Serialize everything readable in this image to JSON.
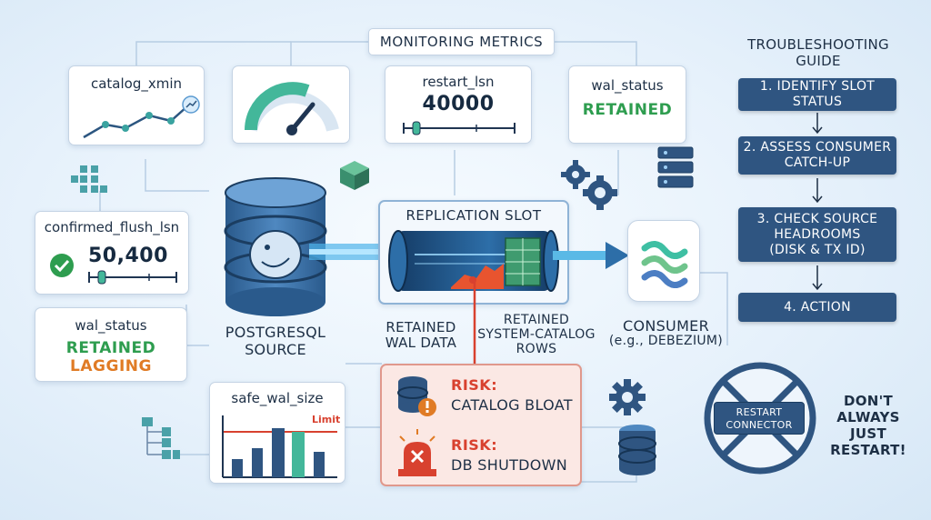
{
  "monitoring_title": "MONITORING METRICS",
  "troubleshooting": {
    "title_line1": "TROUBLESHOOTING",
    "title_line2": "GUIDE",
    "steps": [
      {
        "line1": "1. IDENTIFY SLOT",
        "line2": "STATUS"
      },
      {
        "line1": "2. ASSESS CONSUMER",
        "line2": "CATCH-UP"
      },
      {
        "line1": "3. CHECK SOURCE",
        "line2": "HEADROOMS",
        "line3": "(DISK & TX ID)"
      },
      {
        "line1": "4. ACTION",
        "line2": ""
      }
    ]
  },
  "cards": {
    "catalog_xmin": {
      "label": "catalog_xmin"
    },
    "restart_lsn": {
      "label": "restart_lsn",
      "value": "40000"
    },
    "wal_status_top": {
      "label": "wal_status",
      "status": "RETAINED"
    },
    "confirmed_flush_lsn": {
      "label": "confirmed_flush_lsn",
      "value": "50,400"
    },
    "wal_status_left": {
      "label": "wal_status",
      "status1": "RETAINED",
      "status2": "LAGGING"
    },
    "safe_wal_size": {
      "label": "safe_wal_size",
      "limit_label": "Limit"
    }
  },
  "source": {
    "line1": "POSTGRESQL",
    "line2": "SOURCE"
  },
  "slot": {
    "title": "REPLICATION SLOT",
    "retained_wal_line1": "RETAINED",
    "retained_wal_line2": "WAL DATA",
    "retained_rows_line1": "RETAINED",
    "retained_rows_line2": "SYSTEM-CATALOG",
    "retained_rows_line3": "ROWS"
  },
  "consumer": {
    "line1": "CONSUMER",
    "line2": "(e.g., DEBEZIUM)"
  },
  "risks": [
    {
      "label": "RISK:",
      "text": "CATALOG BLOAT"
    },
    {
      "label": "RISK:",
      "text": "DB SHUTDOWN"
    }
  ],
  "restart": {
    "button_line1": "RESTART",
    "button_line2": "CONNECTOR",
    "warn_line1": "DON'T",
    "warn_line2": "ALWAYS",
    "warn_line3": "JUST",
    "warn_line4": "RESTART!"
  },
  "colors": {
    "navy": "#2f5581",
    "green": "#2e9d4f",
    "orange": "#e07b25",
    "red": "#d8412f",
    "risk_bg": "#fbe8e4"
  }
}
